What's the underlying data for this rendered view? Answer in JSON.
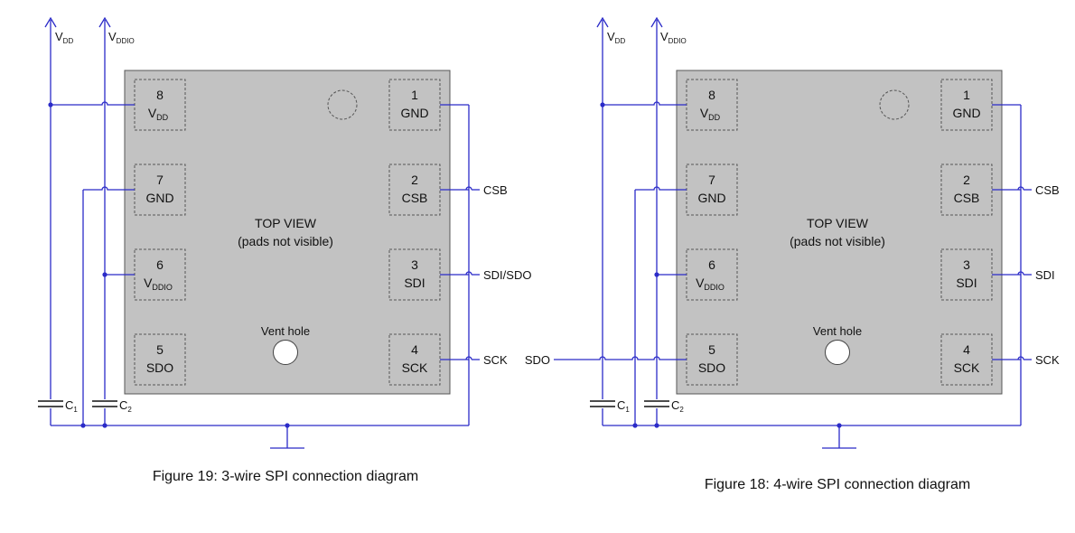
{
  "diagrams": [
    {
      "caption": "Figure 19: 3-wire SPI connection diagram",
      "chip_label_1": "TOP VIEW",
      "chip_label_2": "(pads not visible)",
      "vent_label": "Vent hole",
      "supply_vdd": {
        "main": "V",
        "sub": "DD"
      },
      "supply_vddio": {
        "main": "V",
        "sub": "DDIO"
      },
      "cap1": {
        "main": "C",
        "sub": "1"
      },
      "cap2": {
        "main": "C",
        "sub": "2"
      },
      "pads": [
        {
          "num": "8",
          "name": "V",
          "name_sub": "DD"
        },
        {
          "num": "7",
          "name": "GND",
          "name_sub": ""
        },
        {
          "num": "6",
          "name": "V",
          "name_sub": "DDIO"
        },
        {
          "num": "5",
          "name": "SDO",
          "name_sub": ""
        },
        {
          "num": "1",
          "name": "GND",
          "name_sub": ""
        },
        {
          "num": "2",
          "name": "CSB",
          "name_sub": ""
        },
        {
          "num": "3",
          "name": "SDI",
          "name_sub": ""
        },
        {
          "num": "4",
          "name": "SCK",
          "name_sub": ""
        }
      ],
      "signals": {
        "csb": "CSB",
        "sdi": "SDI/SDO",
        "sck": "SCK",
        "sdo": ""
      }
    },
    {
      "caption": "Figure 18: 4-wire SPI connection diagram",
      "chip_label_1": "TOP VIEW",
      "chip_label_2": "(pads not visible)",
      "vent_label": "Vent hole",
      "supply_vdd": {
        "main": "V",
        "sub": "DD"
      },
      "supply_vddio": {
        "main": "V",
        "sub": "DDIO"
      },
      "cap1": {
        "main": "C",
        "sub": "1"
      },
      "cap2": {
        "main": "C",
        "sub": "2"
      },
      "pads": [
        {
          "num": "8",
          "name": "V",
          "name_sub": "DD"
        },
        {
          "num": "7",
          "name": "GND",
          "name_sub": ""
        },
        {
          "num": "6",
          "name": "V",
          "name_sub": "DDIO"
        },
        {
          "num": "5",
          "name": "SDO",
          "name_sub": ""
        },
        {
          "num": "1",
          "name": "GND",
          "name_sub": ""
        },
        {
          "num": "2",
          "name": "CSB",
          "name_sub": ""
        },
        {
          "num": "3",
          "name": "SDI",
          "name_sub": ""
        },
        {
          "num": "4",
          "name": "SCK",
          "name_sub": ""
        }
      ],
      "signals": {
        "csb": "CSB",
        "sdi": "SDI",
        "sck": "SCK",
        "sdo": "SDO"
      }
    }
  ]
}
